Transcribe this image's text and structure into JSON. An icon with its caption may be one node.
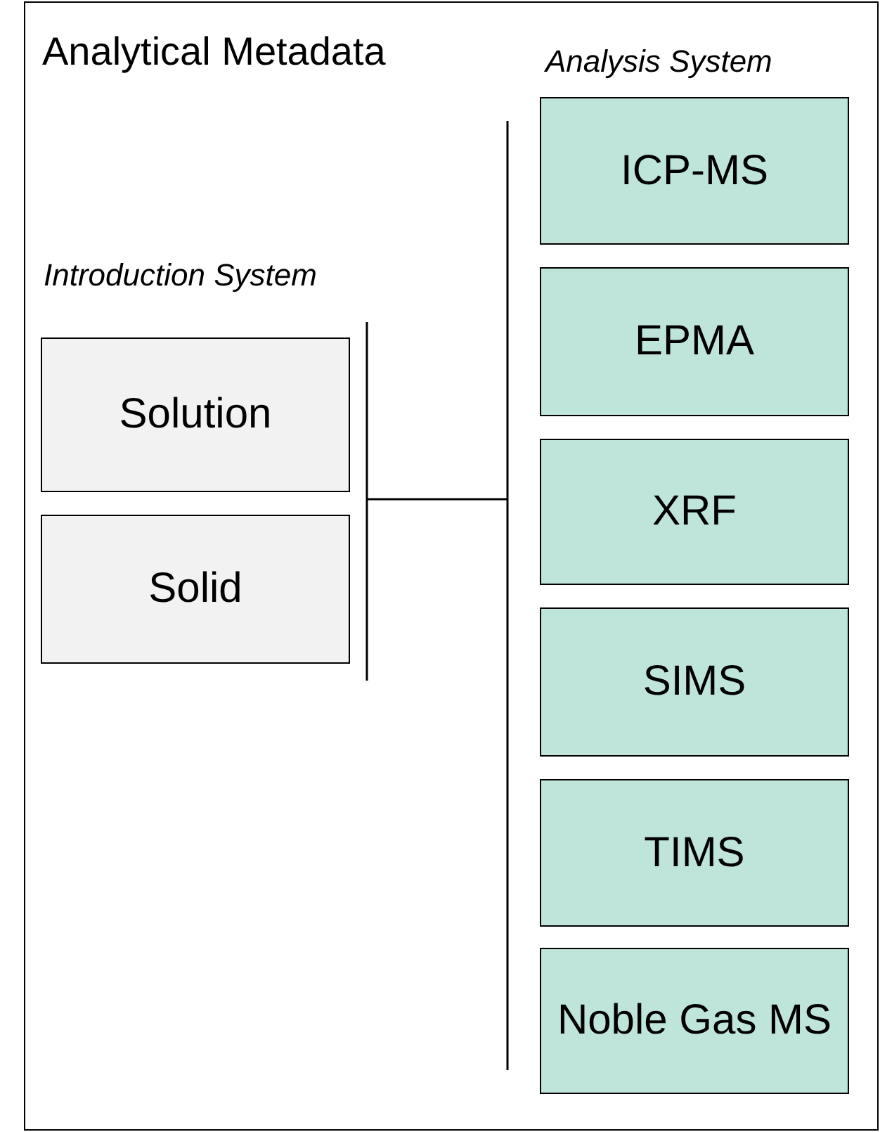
{
  "diagram": {
    "nodes": [
      {
        "text": [
          "Analytical Metadata"
        ]
      },
      {
        "text": [
          "Solution"
        ],
        "in": 0
      },
      {
        "text": [
          "Solid"
        ],
        "in": 0
      },
      {
        "text": [
          "ICP-MS"
        ],
        "in": 0
      },
      {
        "text": [
          "EPMA"
        ],
        "in": 0
      },
      {
        "text": [
          "XRF"
        ],
        "in": 0
      },
      {
        "text": [
          "SIMS"
        ],
        "in": 0
      },
      {
        "text": [
          "TIMS"
        ],
        "in": 0
      },
      {
        "text": [
          "Noble Gas MS"
        ],
        "in": 0
      }
    ],
    "labels": [
      "Introduction System",
      "Analysis System"
    ]
  }
}
